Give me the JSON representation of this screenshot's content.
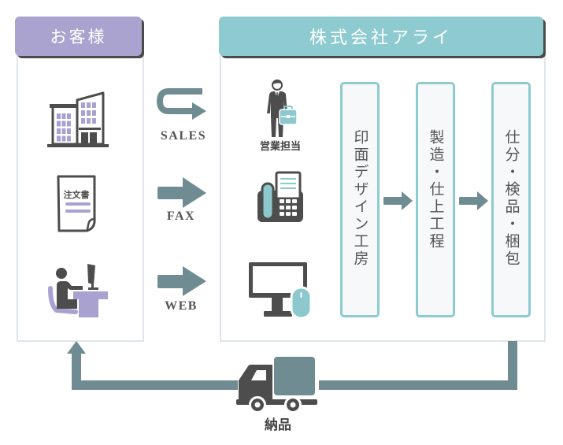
{
  "customer": {
    "title": "お客様",
    "items": [
      {
        "icon": "office-building-icon"
      },
      {
        "icon": "order-form-icon",
        "label": "注文書"
      },
      {
        "icon": "desk-computer-user-icon"
      }
    ]
  },
  "channels": [
    {
      "label": "SALES",
      "icon": "u-turn-arrow-icon"
    },
    {
      "label": "FAX",
      "icon": "right-arrow-icon"
    },
    {
      "label": "WEB",
      "icon": "right-arrow-icon"
    }
  ],
  "company": {
    "title": "株式会社アライ",
    "receivers": [
      {
        "icon": "salesperson-icon",
        "label": "営業担当"
      },
      {
        "icon": "fax-machine-icon"
      },
      {
        "icon": "computer-with-mouse-icon"
      }
    ],
    "processes": [
      {
        "label": "印面デザイン工房"
      },
      {
        "label": "製造・仕上工程"
      },
      {
        "label": "仕分・検品・梱包"
      }
    ]
  },
  "delivery": {
    "label": "納品",
    "icon": "delivery-truck-icon"
  },
  "colors": {
    "customer_header": "#aaa3cf",
    "company_header": "#8ecbd0",
    "arrow": "#6f8c92",
    "icon_dark": "#4d4d4d",
    "icon_purple": "#a9a1d0",
    "icon_teal": "#8cc8cd",
    "panel_border": "#dfe5ea"
  }
}
